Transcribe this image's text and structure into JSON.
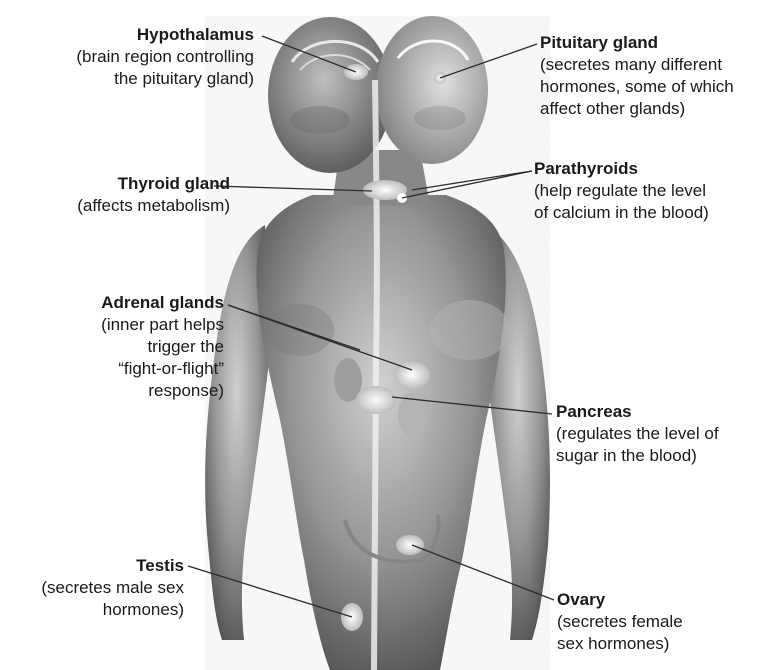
{
  "colors": {
    "background": "#ffffff",
    "text": "#1a1a1a",
    "leader_line": "#2b2b2b",
    "body_dark": "#4a4a4a",
    "body_light": "#cfcfcf",
    "gland": "#f0f0f0"
  },
  "labels": {
    "hypothalamus": {
      "name": "Hypothalamus",
      "desc": "(brain region controlling\nthe pituitary gland)"
    },
    "pituitary": {
      "name": "Pituitary gland",
      "desc": "(secretes many different\nhormones, some of which\naffect other glands)"
    },
    "thyroid": {
      "name": "Thyroid gland",
      "desc": "(affects metabolism)"
    },
    "parathyroids": {
      "name": "Parathyroids",
      "desc": "(help regulate the level\nof calcium in the blood)"
    },
    "adrenal": {
      "name": "Adrenal glands",
      "desc": "(inner part helps\ntrigger the\n“fight-or-flight”\nresponse)"
    },
    "pancreas": {
      "name": "Pancreas",
      "desc": "(regulates the level of\nsugar in the blood)"
    },
    "testis": {
      "name": "Testis",
      "desc": "(secretes male sex\nhormones)"
    },
    "ovary": {
      "name": "Ovary",
      "desc": "(secretes female\nsex hormones)"
    }
  }
}
